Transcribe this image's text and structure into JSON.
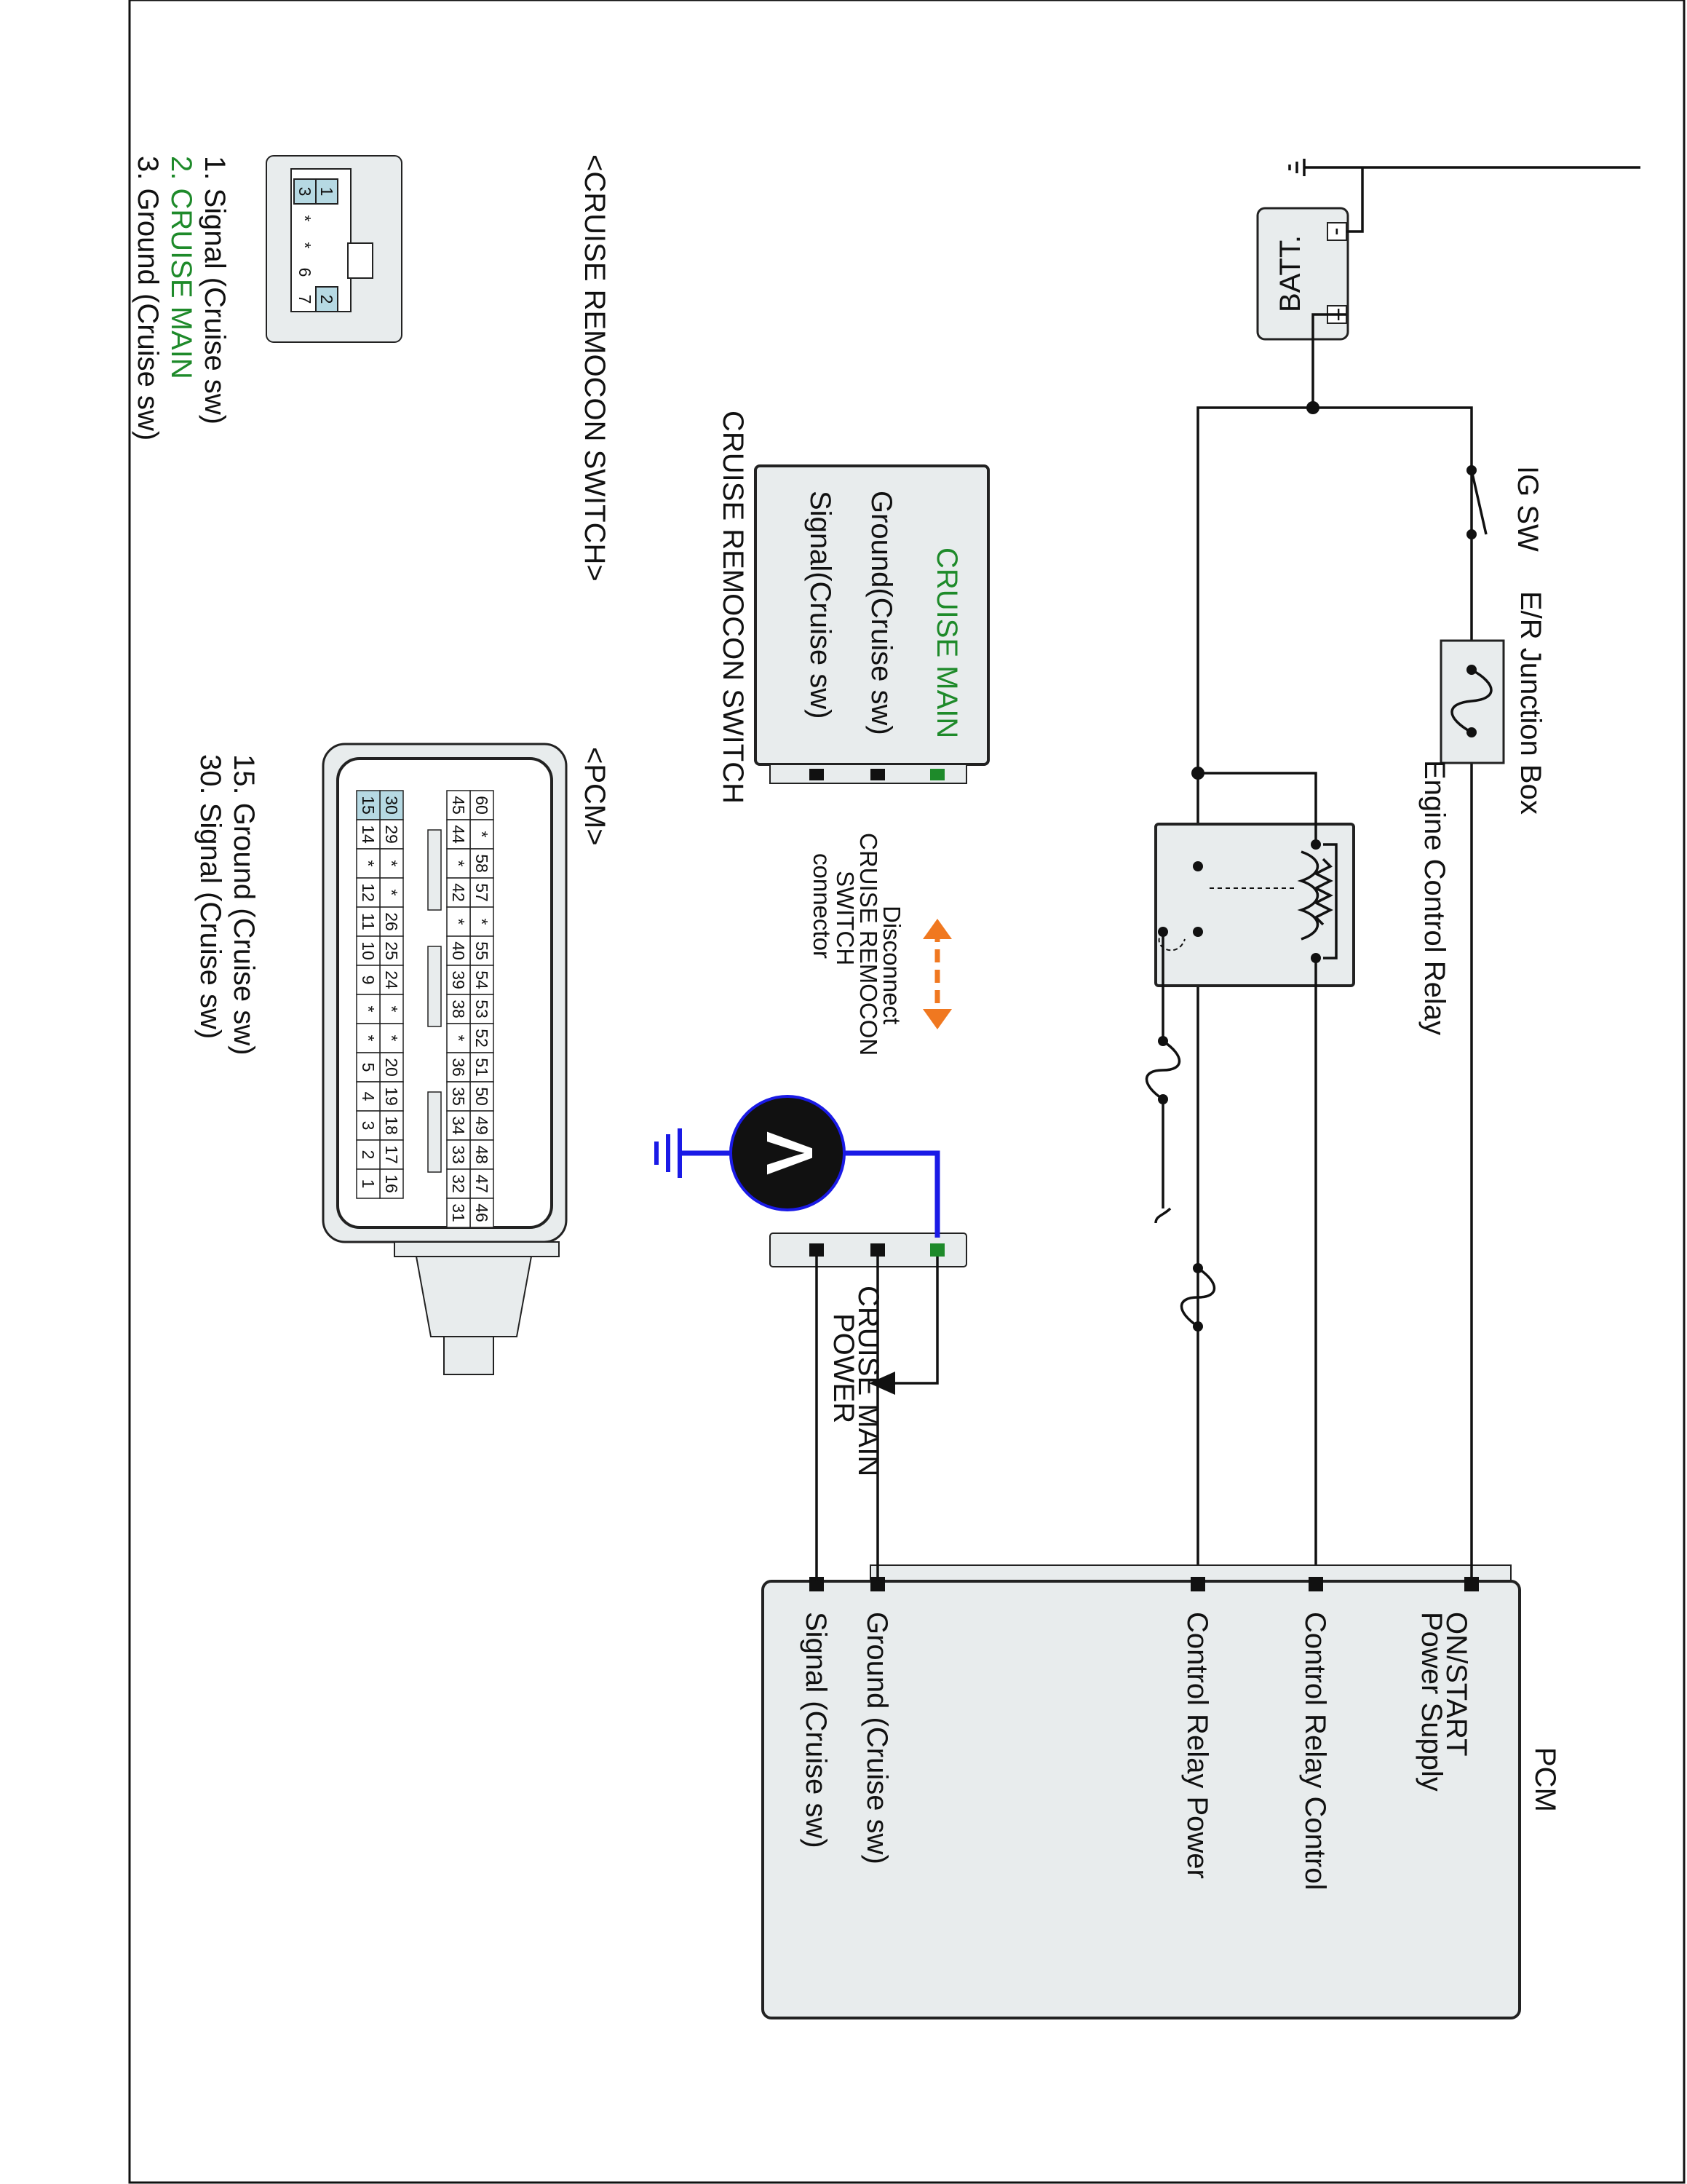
{
  "labels": {
    "batt": "BATT.",
    "batt_minus": "-",
    "batt_plus": "+",
    "ig_sw": "IG SW",
    "er_junction_box": "E/R Junction Box",
    "engine_control_relay": "Engine Control Relay",
    "cruise_main_power_line1": "CRUISE MAIN",
    "cruise_main_power_line2": "POWER",
    "disconnect_line1": "Disconnect",
    "disconnect_line2": "CRUISE REMOCON",
    "disconnect_line3": "SWITCH",
    "disconnect_line4": "connector",
    "voltmeter_symbol": "V"
  },
  "pcm_block": {
    "title": "PCM",
    "pins": [
      {
        "label_line1": "ON/START",
        "label_line2": "Power Supply"
      },
      {
        "label_line1": "Control Relay Control"
      },
      {
        "label_line1": "Control Relay Power"
      },
      {
        "label_line1": "Ground (Cruise sw)"
      },
      {
        "label_line1": "Signal (Cruise sw)"
      }
    ]
  },
  "cruise_switch_block": {
    "pins": [
      "CRUISE MAIN",
      "Ground(Cruise sw)",
      "Signal(Cruise sw)"
    ],
    "caption": "CRUISE REMOCON SWITCH"
  },
  "cruise_connector_view": {
    "title": "<CRUISE REMOCON SWITCH>",
    "cells": [
      "1",
      "2",
      "3",
      "*",
      "*",
      "6",
      "7"
    ],
    "legend": [
      "1. Signal (Cruise sw)",
      "2. CRUISE MAIN",
      "3. Ground (Cruise sw)"
    ]
  },
  "pcm_connector_view": {
    "title": "<PCM>",
    "rows": [
      [
        "60",
        "*",
        "58",
        "57",
        "*",
        "55",
        "54",
        "53",
        "52",
        "51",
        "50",
        "49",
        "48",
        "47",
        "46"
      ],
      [
        "45",
        "44",
        "*",
        "42",
        "*",
        "40",
        "39",
        "38",
        "*",
        "36",
        "35",
        "34",
        "33",
        "32",
        "31"
      ],
      [
        "30",
        "29",
        "*",
        "*",
        "26",
        "25",
        "24",
        "*",
        "*",
        "20",
        "19",
        "18",
        "17",
        "16"
      ],
      [
        "15",
        "14",
        "*",
        "12",
        "11",
        "10",
        "9",
        "*",
        "*",
        "5",
        "4",
        "3",
        "2",
        "1"
      ]
    ],
    "legend": [
      "15. Ground (Cruise sw)",
      "30. Signal (Cruise sw)"
    ]
  },
  "colors": {
    "line": "#111111",
    "box_fill": "#e8eced",
    "cruise_main_green": "#1e8a2a",
    "probe_blue": "#1a1ae6",
    "disconnect_orange": "#f07820",
    "pin_highlight": "#b6d9e3",
    "voltmeter_fill": "#111111"
  }
}
